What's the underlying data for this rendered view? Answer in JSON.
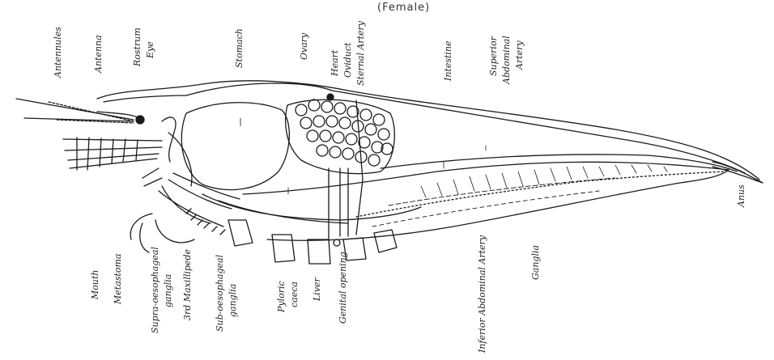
{
  "title": "(Female)",
  "labels": {
    "antennules": "Antennules",
    "antenna": "Antenna",
    "rostrum": "Rostrum",
    "eye": "Eye",
    "stomach": "Stomach",
    "ovary": "Ovary",
    "heart": "Heart",
    "oviduct": "Oviduct",
    "sternal_artery": "Sternal Artery",
    "intestine": "Intestine",
    "superior_abdominal_artery_1": "Superior",
    "superior_abdominal_artery_2": "Abdominal",
    "superior_abdominal_artery_3": "Artery",
    "anus": "Anus",
    "mouth": "Mouth",
    "metastoma": "Metastoma",
    "supra_ganglia_1": "Supra-oesophageal",
    "supra_ganglia_2": "ganglia",
    "maxillipede": "3rd Maxillipede",
    "sub_ganglia_1": "Sub-oesophageal",
    "sub_ganglia_2": "ganglia",
    "pyloric_caeca_1": "Pyloric",
    "pyloric_caeca_2": "caeca",
    "liver": "Liver",
    "genital_opening": "Genital opening",
    "inferior_abdominal_artery": "Inferior Abdominal Artery",
    "ganglia": "Ganglia"
  },
  "colors": {
    "ink": "#1a1a1a",
    "paper": "#ffffff"
  }
}
